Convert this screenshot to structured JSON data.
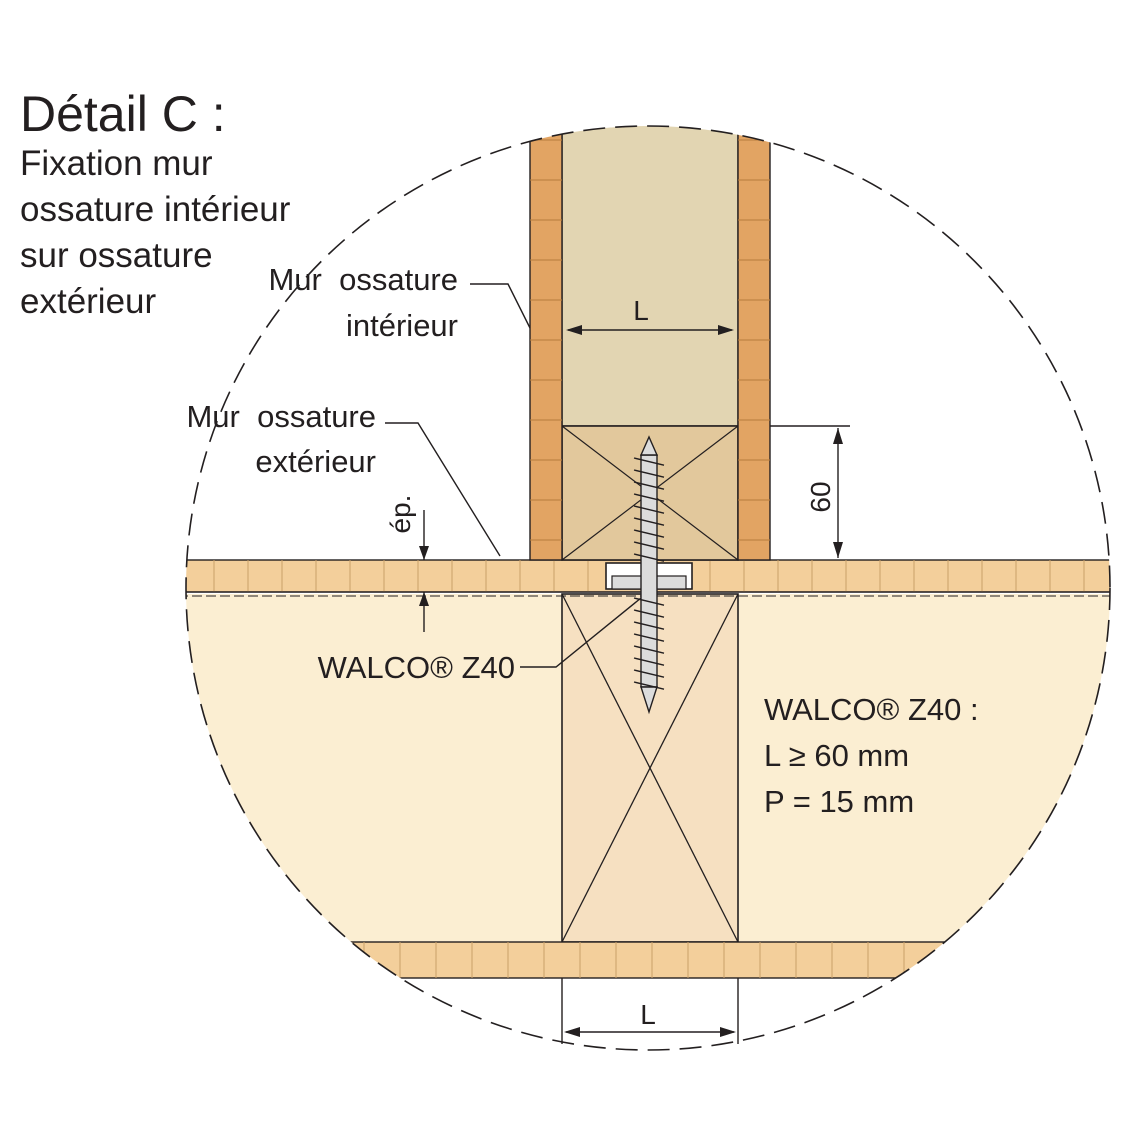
{
  "title": {
    "main": "Détail C :",
    "lines": [
      "Fixation mur",
      "ossature intérieur",
      "sur ossature",
      "extérieur"
    ]
  },
  "labels": {
    "inner_wall": [
      "Mur  ossature",
      "intérieur"
    ],
    "outer_wall": [
      "Mur  ossature",
      "extérieur"
    ],
    "thickness": "ép.",
    "screw": "WALCO® Z40",
    "width_top": "L",
    "width_bottom": "L",
    "height_60": "60"
  },
  "spec": {
    "title": "WALCO® Z40 :",
    "line1": "L ≥ 60 mm",
    "line2": "P = 15 mm"
  },
  "colors": {
    "background": "#ffffff",
    "line": "#231f20",
    "insulation": "#fbeed2",
    "inner_insulation": "#e2d5b2",
    "panel_osb": "#e2a463",
    "plank": "#f3cf9b",
    "stud": "#f6e0c1",
    "block": "#e2c89c",
    "screw": "#dcdcdc"
  }
}
